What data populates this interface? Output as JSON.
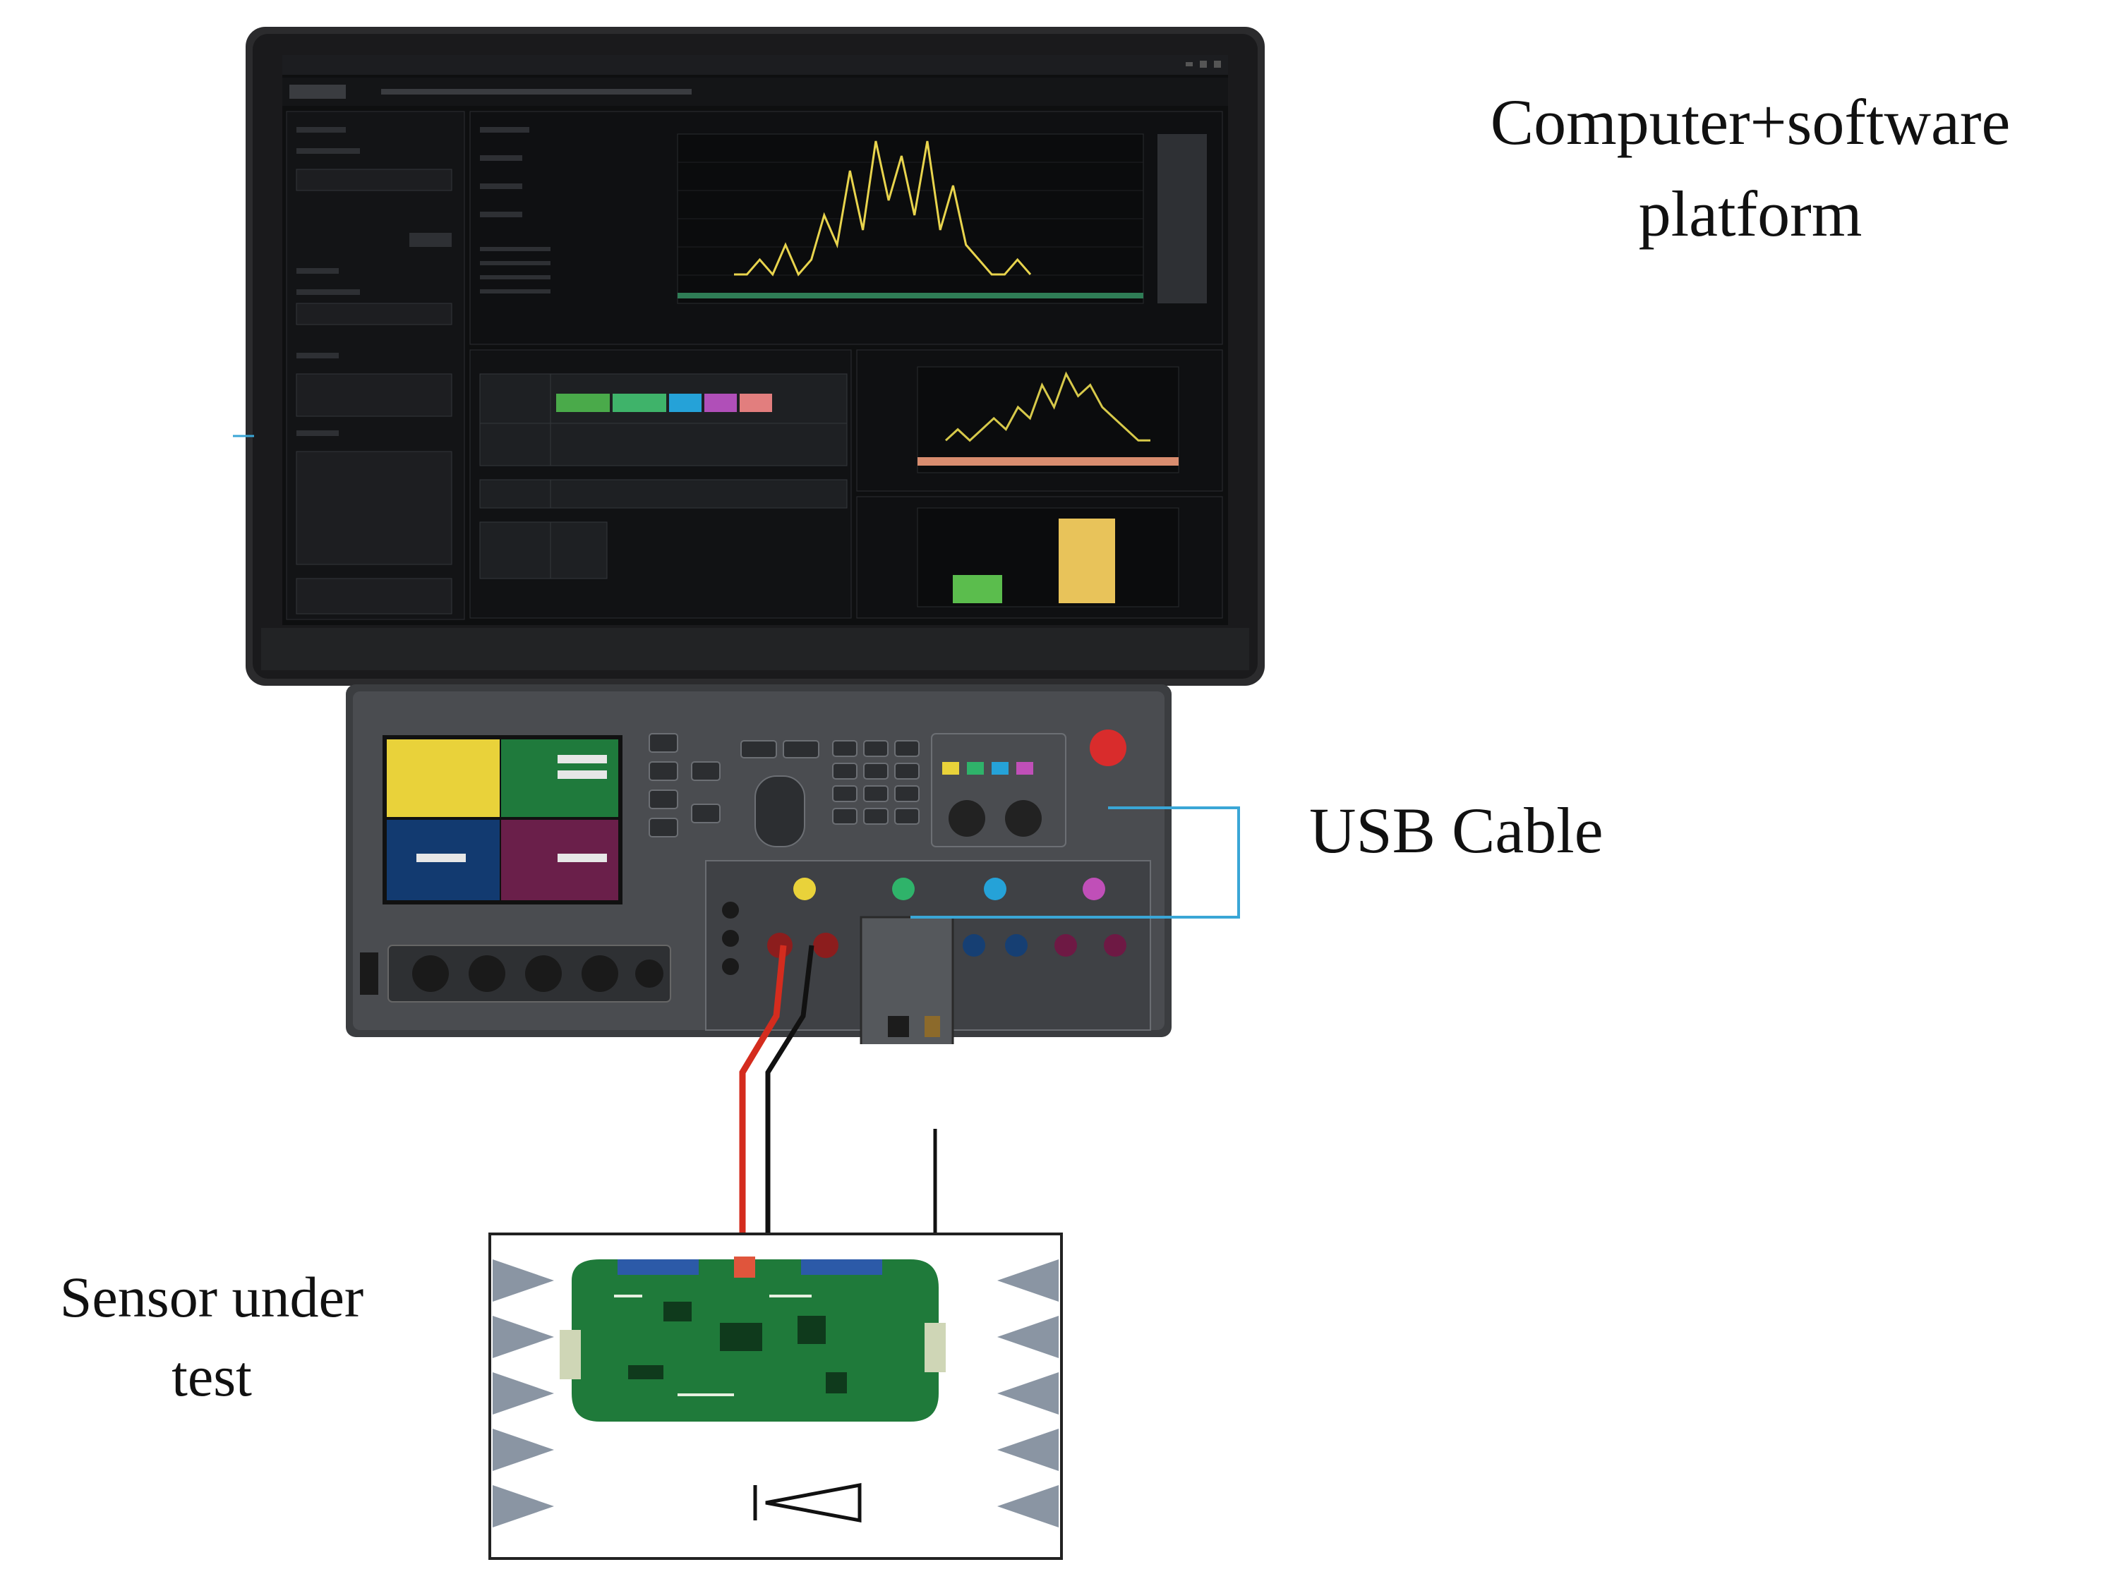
{
  "labels": {
    "computer_line1": "Computer+software",
    "computer_line2": "platform",
    "usb": "USB Cable",
    "sensor_line1": "Sensor under",
    "sensor_line2": "test"
  },
  "colors": {
    "usb_cable": "#3aa6d6",
    "power_red": "#d42c1e",
    "wire_black": "#111111",
    "pcb_green": "#1f7a3a",
    "absorber_gray": "#8a95a3"
  },
  "chart_data": [
    {
      "type": "line",
      "title": "",
      "series": [
        {
          "name": "",
          "values": [
            1,
            1,
            2,
            1,
            3,
            1,
            2,
            5,
            3,
            8,
            4,
            10,
            6,
            9,
            5,
            10,
            4,
            7,
            3,
            2,
            1,
            1,
            2,
            1
          ]
        }
      ]
    },
    {
      "type": "line",
      "title": "",
      "series": [
        {
          "name": "",
          "values": [
            1,
            2,
            1,
            2,
            3,
            2,
            4,
            3,
            6,
            4,
            7,
            5,
            6,
            4,
            3,
            2,
            1,
            1
          ]
        }
      ]
    },
    {
      "type": "bar",
      "title": "",
      "categories": [
        "",
        ""
      ],
      "values": [
        3,
        9
      ]
    }
  ]
}
